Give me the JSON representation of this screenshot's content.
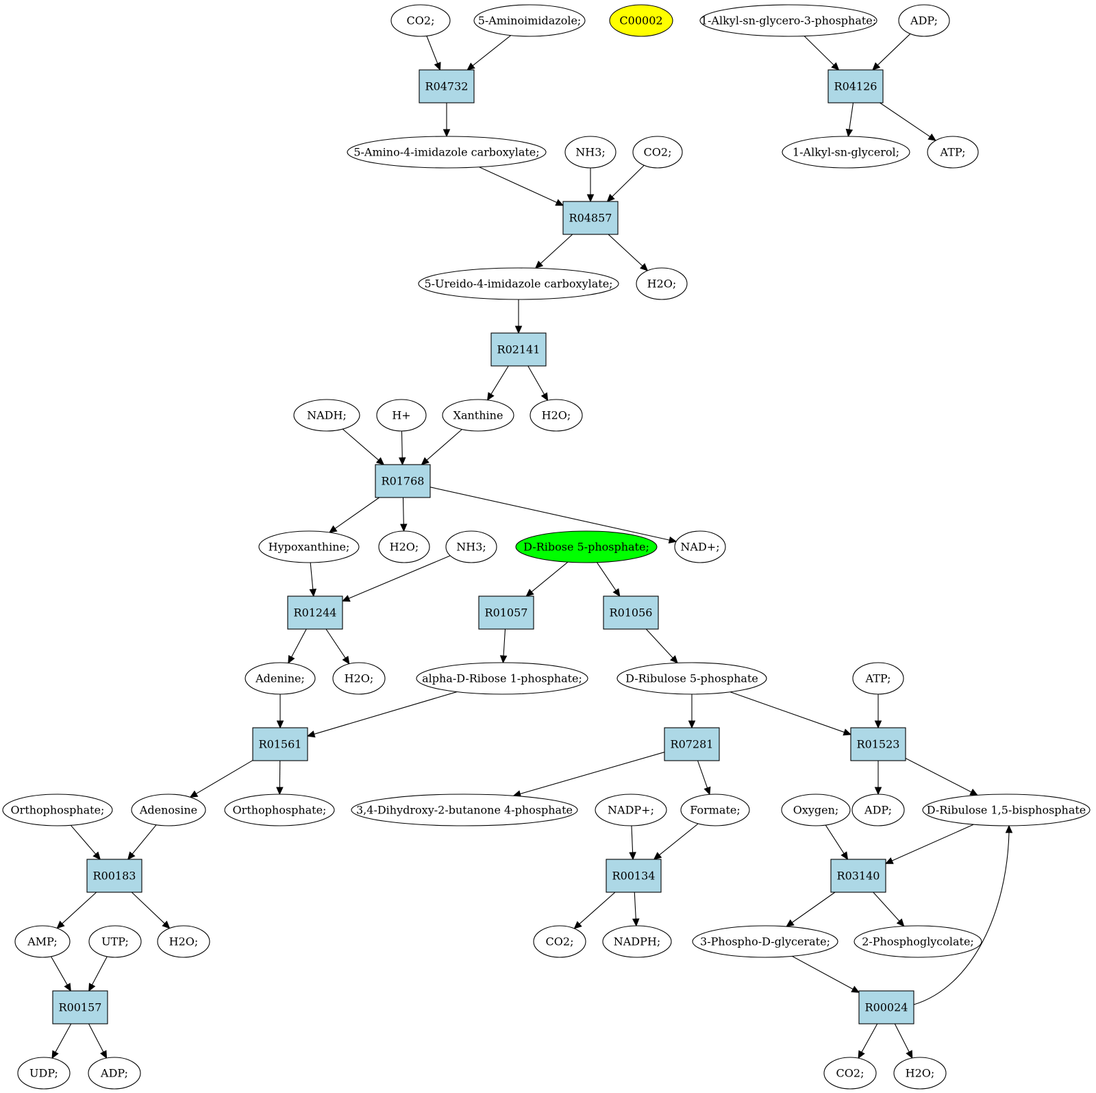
{
  "colors": {
    "reaction_fill": "#add8e6",
    "compound_fill": "#ffffff",
    "highlight_yellow": "#ffff00",
    "highlight_green": "#00ff00",
    "stroke": "#000000"
  },
  "nodes": {
    "n_co2_a": "CO2;",
    "n_aminoimidazole": "5-Aminoimidazole;",
    "n_c00002": "C00002",
    "n_alkylglycerophosphate": "1-Alkyl-sn-glycero-3-phosphate;",
    "n_adp_a": "ADP;",
    "R04732": "R04732",
    "R04126": "R04126",
    "n_aminoimidazolecarboxylate": "5-Amino-4-imidazole carboxylate;",
    "n_nh3_a": "NH3;",
    "n_co2_b": "CO2;",
    "n_alkylglycerol": "1-Alkyl-sn-glycerol;",
    "n_atp_a": "ATP;",
    "R04857": "R04857",
    "n_ureido": "5-Ureido-4-imidazole carboxylate;",
    "n_h2o_a": "H2O;",
    "R02141": "R02141",
    "n_nadh": "NADH;",
    "n_hplus": "H+",
    "n_xanthine": "Xanthine",
    "n_h2o_b": "H2O;",
    "R01768": "R01768",
    "n_hypoxanthine": "Hypoxanthine;",
    "n_h2o_c": "H2O;",
    "n_nh3_b": "NH3;",
    "n_ribose5p": "D-Ribose 5-phosphate;",
    "n_nadplus": "NAD+;",
    "R01244": "R01244",
    "R01057": "R01057",
    "R01056": "R01056",
    "n_adenine": "Adenine;",
    "n_h2o_d": "H2O;",
    "n_ribose1p": "alpha-D-Ribose 1-phosphate;",
    "n_ribulose5p": "D-Ribulose 5-phosphate",
    "n_atp_b": "ATP;",
    "R01561": "R01561",
    "R07281": "R07281",
    "R01523": "R01523",
    "n_orthophosphate_a": "Orthophosphate;",
    "n_adenosine": "Adenosine",
    "n_orthophosphate_b": "Orthophosphate;",
    "n_dihydroxybutanone": "3,4-Dihydroxy-2-butanone 4-phosphate",
    "n_nadpplus": "NADP+;",
    "n_formate": "Formate;",
    "n_oxygen": "Oxygen;",
    "n_adp_b": "ADP;",
    "n_ribulosebisphosphate": "D-Ribulose 1,5-bisphosphate",
    "R00183": "R00183",
    "R00134": "R00134",
    "R03140": "R03140",
    "n_amp": "AMP;",
    "n_utp": "UTP;",
    "n_h2o_e": "H2O;",
    "n_co2_c": "CO2;",
    "n_nadph": "NADPH;",
    "n_phosphoglycerate": "3-Phospho-D-glycerate;",
    "n_phosphoglycolate": "2-Phosphoglycolate;",
    "R00157": "R00157",
    "R00024": "R00024",
    "n_udp": "UDP;",
    "n_adp_c": "ADP;",
    "n_co2_d": "CO2;",
    "n_h2o_f": "H2O;"
  },
  "edges": [
    [
      "n_co2_a",
      "R04732"
    ],
    [
      "n_aminoimidazole",
      "R04732"
    ],
    [
      "R04732",
      "n_aminoimidazolecarboxylate"
    ],
    [
      "n_alkylglycerophosphate",
      "R04126"
    ],
    [
      "n_adp_a",
      "R04126"
    ],
    [
      "R04126",
      "n_alkylglycerol"
    ],
    [
      "R04126",
      "n_atp_a"
    ],
    [
      "n_aminoimidazolecarboxylate",
      "R04857"
    ],
    [
      "n_nh3_a",
      "R04857"
    ],
    [
      "n_co2_b",
      "R04857"
    ],
    [
      "R04857",
      "n_ureido"
    ],
    [
      "R04857",
      "n_h2o_a"
    ],
    [
      "n_ureido",
      "R02141"
    ],
    [
      "R02141",
      "n_xanthine"
    ],
    [
      "R02141",
      "n_h2o_b"
    ],
    [
      "n_nadh",
      "R01768"
    ],
    [
      "n_hplus",
      "R01768"
    ],
    [
      "n_xanthine",
      "R01768"
    ],
    [
      "R01768",
      "n_hypoxanthine"
    ],
    [
      "R01768",
      "n_h2o_c"
    ],
    [
      "R01768",
      "n_nadplus"
    ],
    [
      "n_hypoxanthine",
      "R01244"
    ],
    [
      "n_nh3_b",
      "R01244"
    ],
    [
      "n_ribose5p",
      "R01057"
    ],
    [
      "n_ribose5p",
      "R01056"
    ],
    [
      "R01244",
      "n_adenine"
    ],
    [
      "R01244",
      "n_h2o_d"
    ],
    [
      "R01057",
      "n_ribose1p"
    ],
    [
      "R01056",
      "n_ribulose5p"
    ],
    [
      "n_adenine",
      "R01561"
    ],
    [
      "n_ribose1p",
      "R01561"
    ],
    [
      "n_ribulose5p",
      "R07281"
    ],
    [
      "n_ribulose5p",
      "R01523"
    ],
    [
      "n_atp_b",
      "R01523"
    ],
    [
      "R01561",
      "n_adenosine"
    ],
    [
      "R01561",
      "n_orthophosphate_b"
    ],
    [
      "R07281",
      "n_dihydroxybutanone"
    ],
    [
      "R07281",
      "n_formate"
    ],
    [
      "R01523",
      "n_adp_b"
    ],
    [
      "R01523",
      "n_ribulosebisphosphate"
    ],
    [
      "n_orthophosphate_a",
      "R00183"
    ],
    [
      "n_adenosine",
      "R00183"
    ],
    [
      "n_nadpplus",
      "R00134"
    ],
    [
      "n_formate",
      "R00134"
    ],
    [
      "n_oxygen",
      "R03140"
    ],
    [
      "n_ribulosebisphosphate",
      "R03140"
    ],
    [
      "R00183",
      "n_amp"
    ],
    [
      "R00183",
      "n_h2o_e"
    ],
    [
      "R00134",
      "n_co2_c"
    ],
    [
      "R00134",
      "n_nadph"
    ],
    [
      "R03140",
      "n_phosphoglycerate"
    ],
    [
      "R03140",
      "n_phosphoglycolate"
    ],
    [
      "n_amp",
      "R00157"
    ],
    [
      "n_utp",
      "R00157"
    ],
    [
      "n_phosphoglycerate",
      "R00024"
    ],
    [
      "R00024",
      "n_ribulosebisphosphate"
    ],
    [
      "R00157",
      "n_udp"
    ],
    [
      "R00157",
      "n_adp_c"
    ],
    [
      "R00024",
      "n_co2_d"
    ],
    [
      "R00024",
      "n_h2o_f"
    ]
  ]
}
